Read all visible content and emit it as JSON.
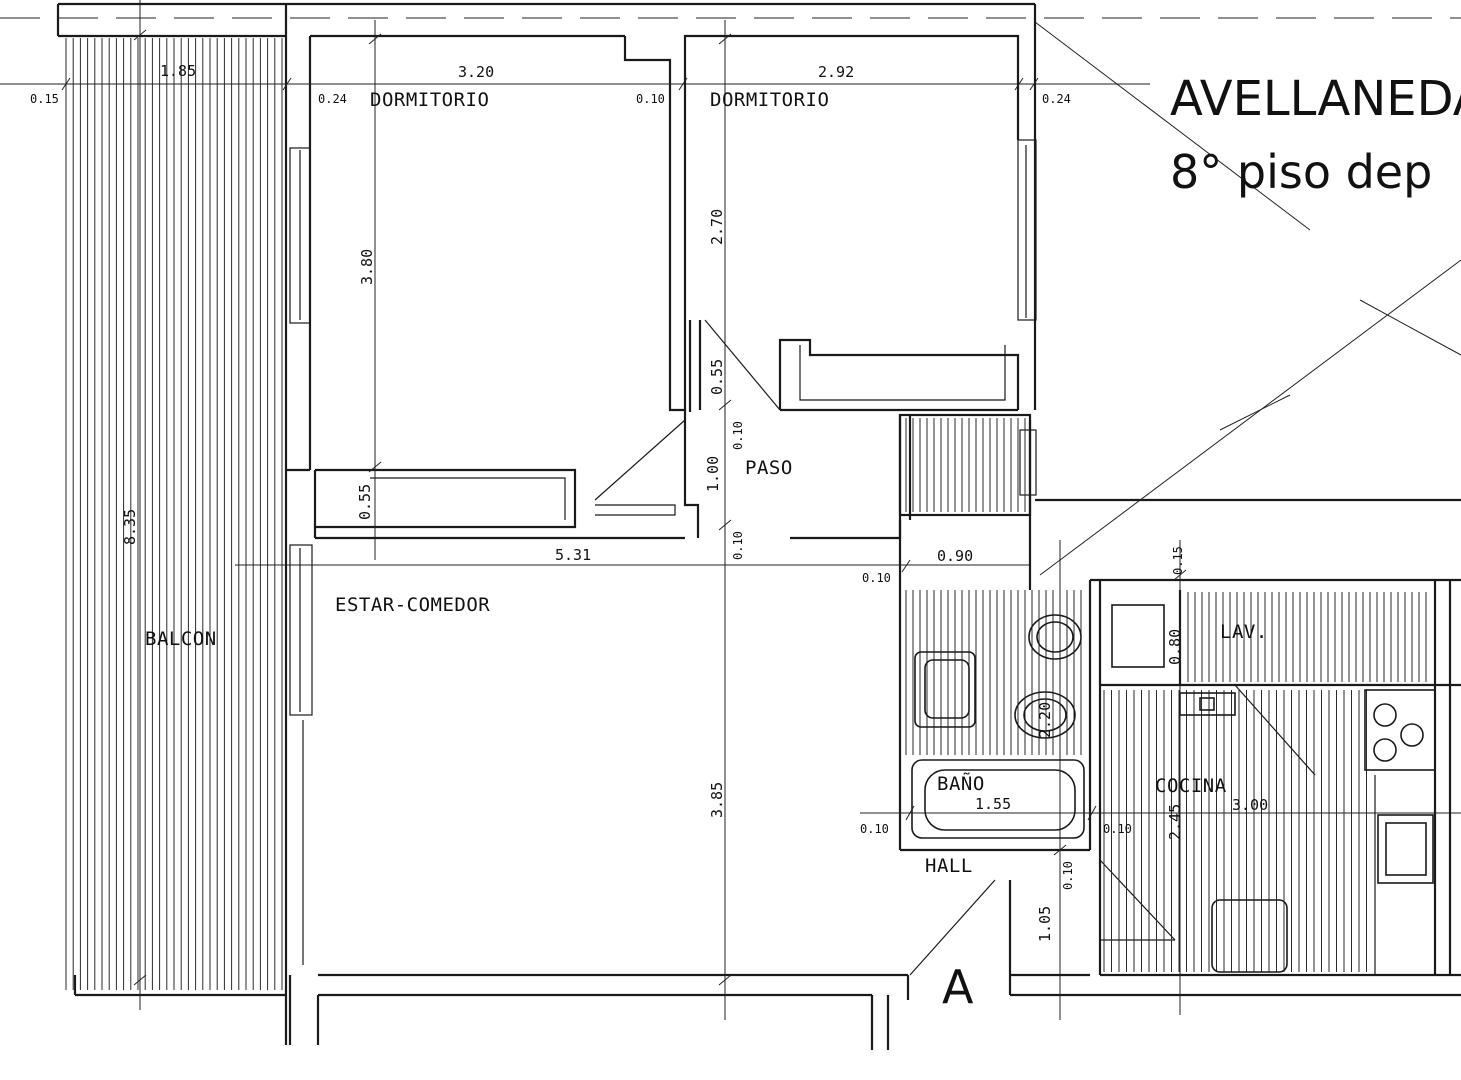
{
  "title": {
    "line1": "AVELLANEDA",
    "line2": "8° piso  dep"
  },
  "rooms": {
    "dormitorio1": "DORMITORIO",
    "dormitorio2": "DORMITORIO",
    "paso": "PASO",
    "estar": "ESTAR-COMEDOR",
    "balcon": "BALCON",
    "bano": "BAÑO",
    "hall": "HALL",
    "lav": "LAV.",
    "cocina": "COCINA"
  },
  "dimensions": {
    "d_185": "1.85",
    "d_320": "3.20",
    "d_292": "2.92",
    "d_024a": "0.24",
    "d_015": "0.15",
    "d_010a": "0.10",
    "d_024b": "0.24",
    "d_380": "3.80",
    "d_270": "2.70",
    "d_055a": "0.55",
    "d_010b": "0.10",
    "d_100": "1.00",
    "d_055b": "0.55",
    "d_835": "8.35",
    "d_531": "5.31",
    "d_010c": "0.10",
    "d_010d": "0.10",
    "d_090": "0.90",
    "d_015b": "0.15",
    "d_080": "0.80",
    "d_220": "2.20",
    "d_385": "3.85",
    "d_155": "1.55",
    "d_010e": "0.10",
    "d_010f": "0.10",
    "d_245": "2.45",
    "d_300": "3.00",
    "d_010g": "0.10",
    "d_105": "1.05"
  },
  "marker": "A"
}
